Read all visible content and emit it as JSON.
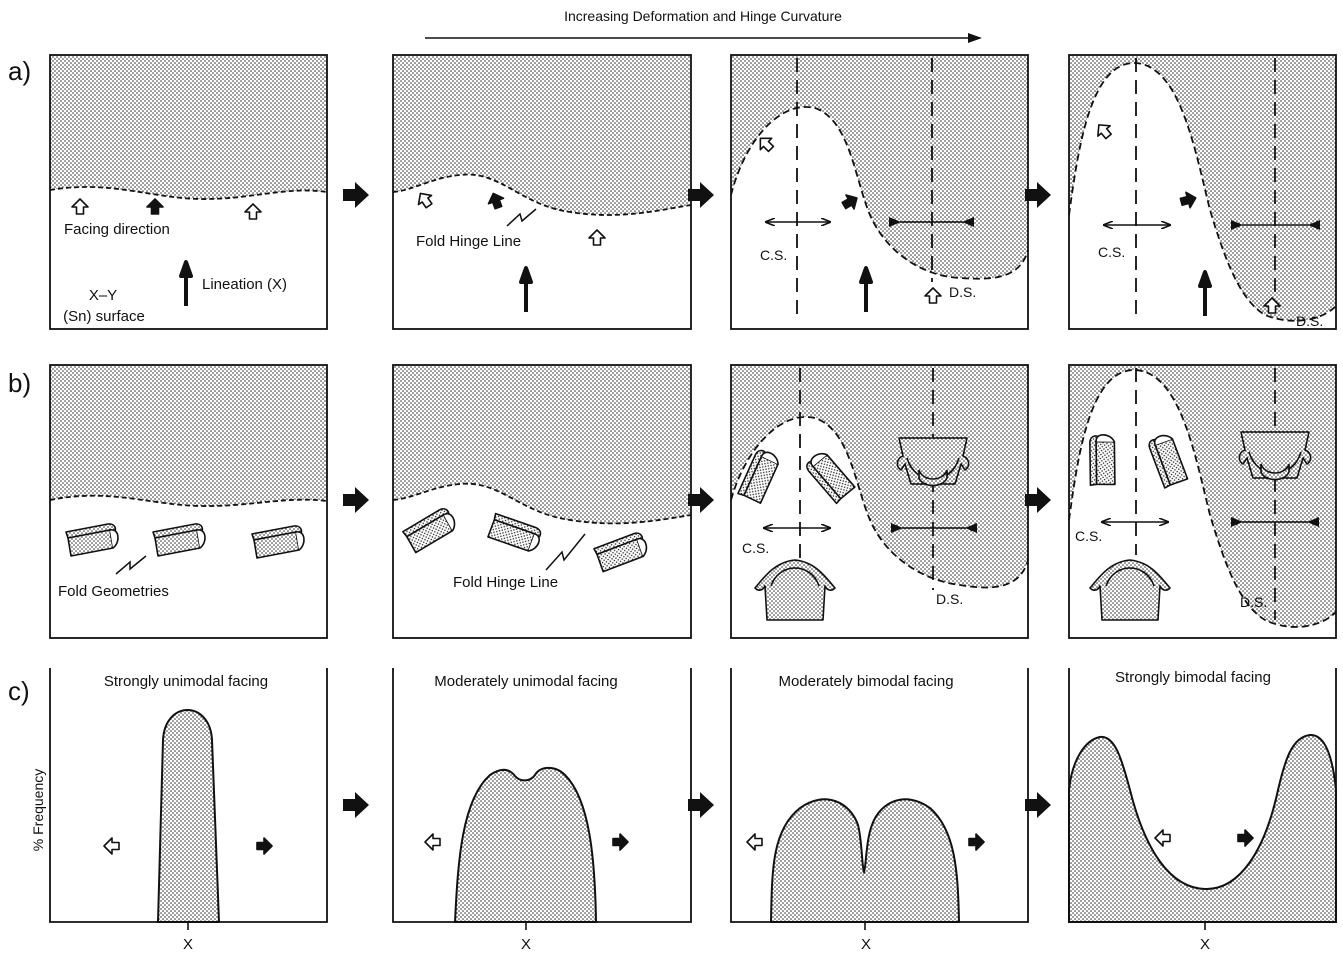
{
  "header": {
    "title": "Increasing Deformation and Hinge Curvature"
  },
  "rows": [
    {
      "id": "a",
      "label": "a)"
    },
    {
      "id": "b",
      "label": "b)"
    },
    {
      "id": "c",
      "label": "c)"
    }
  ],
  "row_a": {
    "facing_direction": "Facing direction",
    "fold_hinge_line": "Fold Hinge Line",
    "lineation": "Lineation (X)",
    "surface_line1": "X–Y",
    "surface_line2": "(Sn) surface",
    "cs": "C.S.",
    "ds": "D.S."
  },
  "row_b": {
    "fold_geometries": "Fold Geometries",
    "fold_hinge_line": "Fold Hinge Line",
    "cs": "C.S.",
    "ds": "D.S."
  },
  "row_c": {
    "ylabel": "% Frequency",
    "xtick": "X",
    "panels": [
      {
        "title": "Strongly unimodal facing"
      },
      {
        "title": "Moderately unimodal facing"
      },
      {
        "title": "Moderately bimodal facing"
      },
      {
        "title": "Strongly bimodal facing"
      }
    ]
  },
  "colors": {
    "ink": "#111111",
    "stipple": "#111111",
    "background": "#ffffff"
  }
}
